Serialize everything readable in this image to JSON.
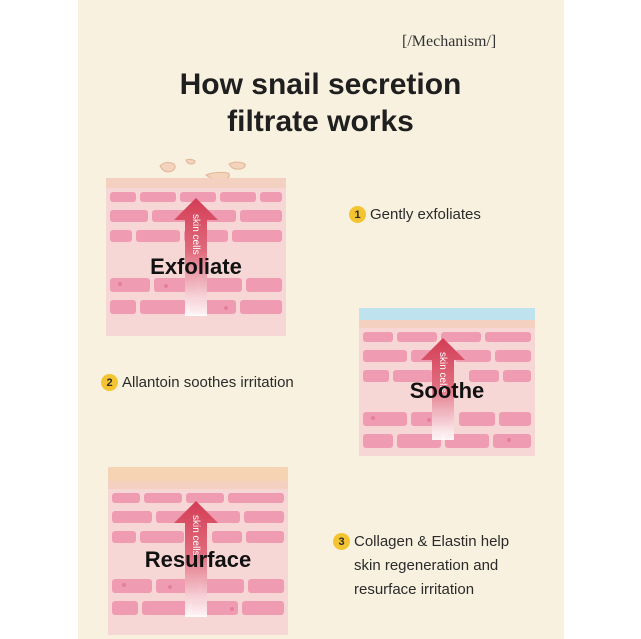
{
  "header": {
    "tag": "[/Mechanism/]",
    "title_line1": "How snail secretion",
    "title_line2": "filtrate works"
  },
  "steps": [
    {
      "number": "1",
      "text_lines": [
        "Gently exfoliates"
      ]
    },
    {
      "number": "2",
      "text_lines": [
        "Allantoin soothes irritation"
      ]
    },
    {
      "number": "3",
      "text_lines": [
        "Collagen & Elastin help",
        "skin regeneration and",
        "resurface irritation"
      ]
    }
  ],
  "illustrations": [
    {
      "label": "Exfoliate",
      "arrow_text": "skin cells"
    },
    {
      "label": "Soothe",
      "arrow_text": "skin cells"
    },
    {
      "label": "Resurface",
      "arrow_text": "skin cells"
    }
  ],
  "colors": {
    "background": "#f8f1df",
    "badge": "#f4c430",
    "skin_base": "#f7d6d6",
    "brick": "#ef9bb2",
    "arrow": "#d9485a",
    "top_soothe": "#bfe3ee",
    "top_resurface": "#f5d3b3"
  }
}
